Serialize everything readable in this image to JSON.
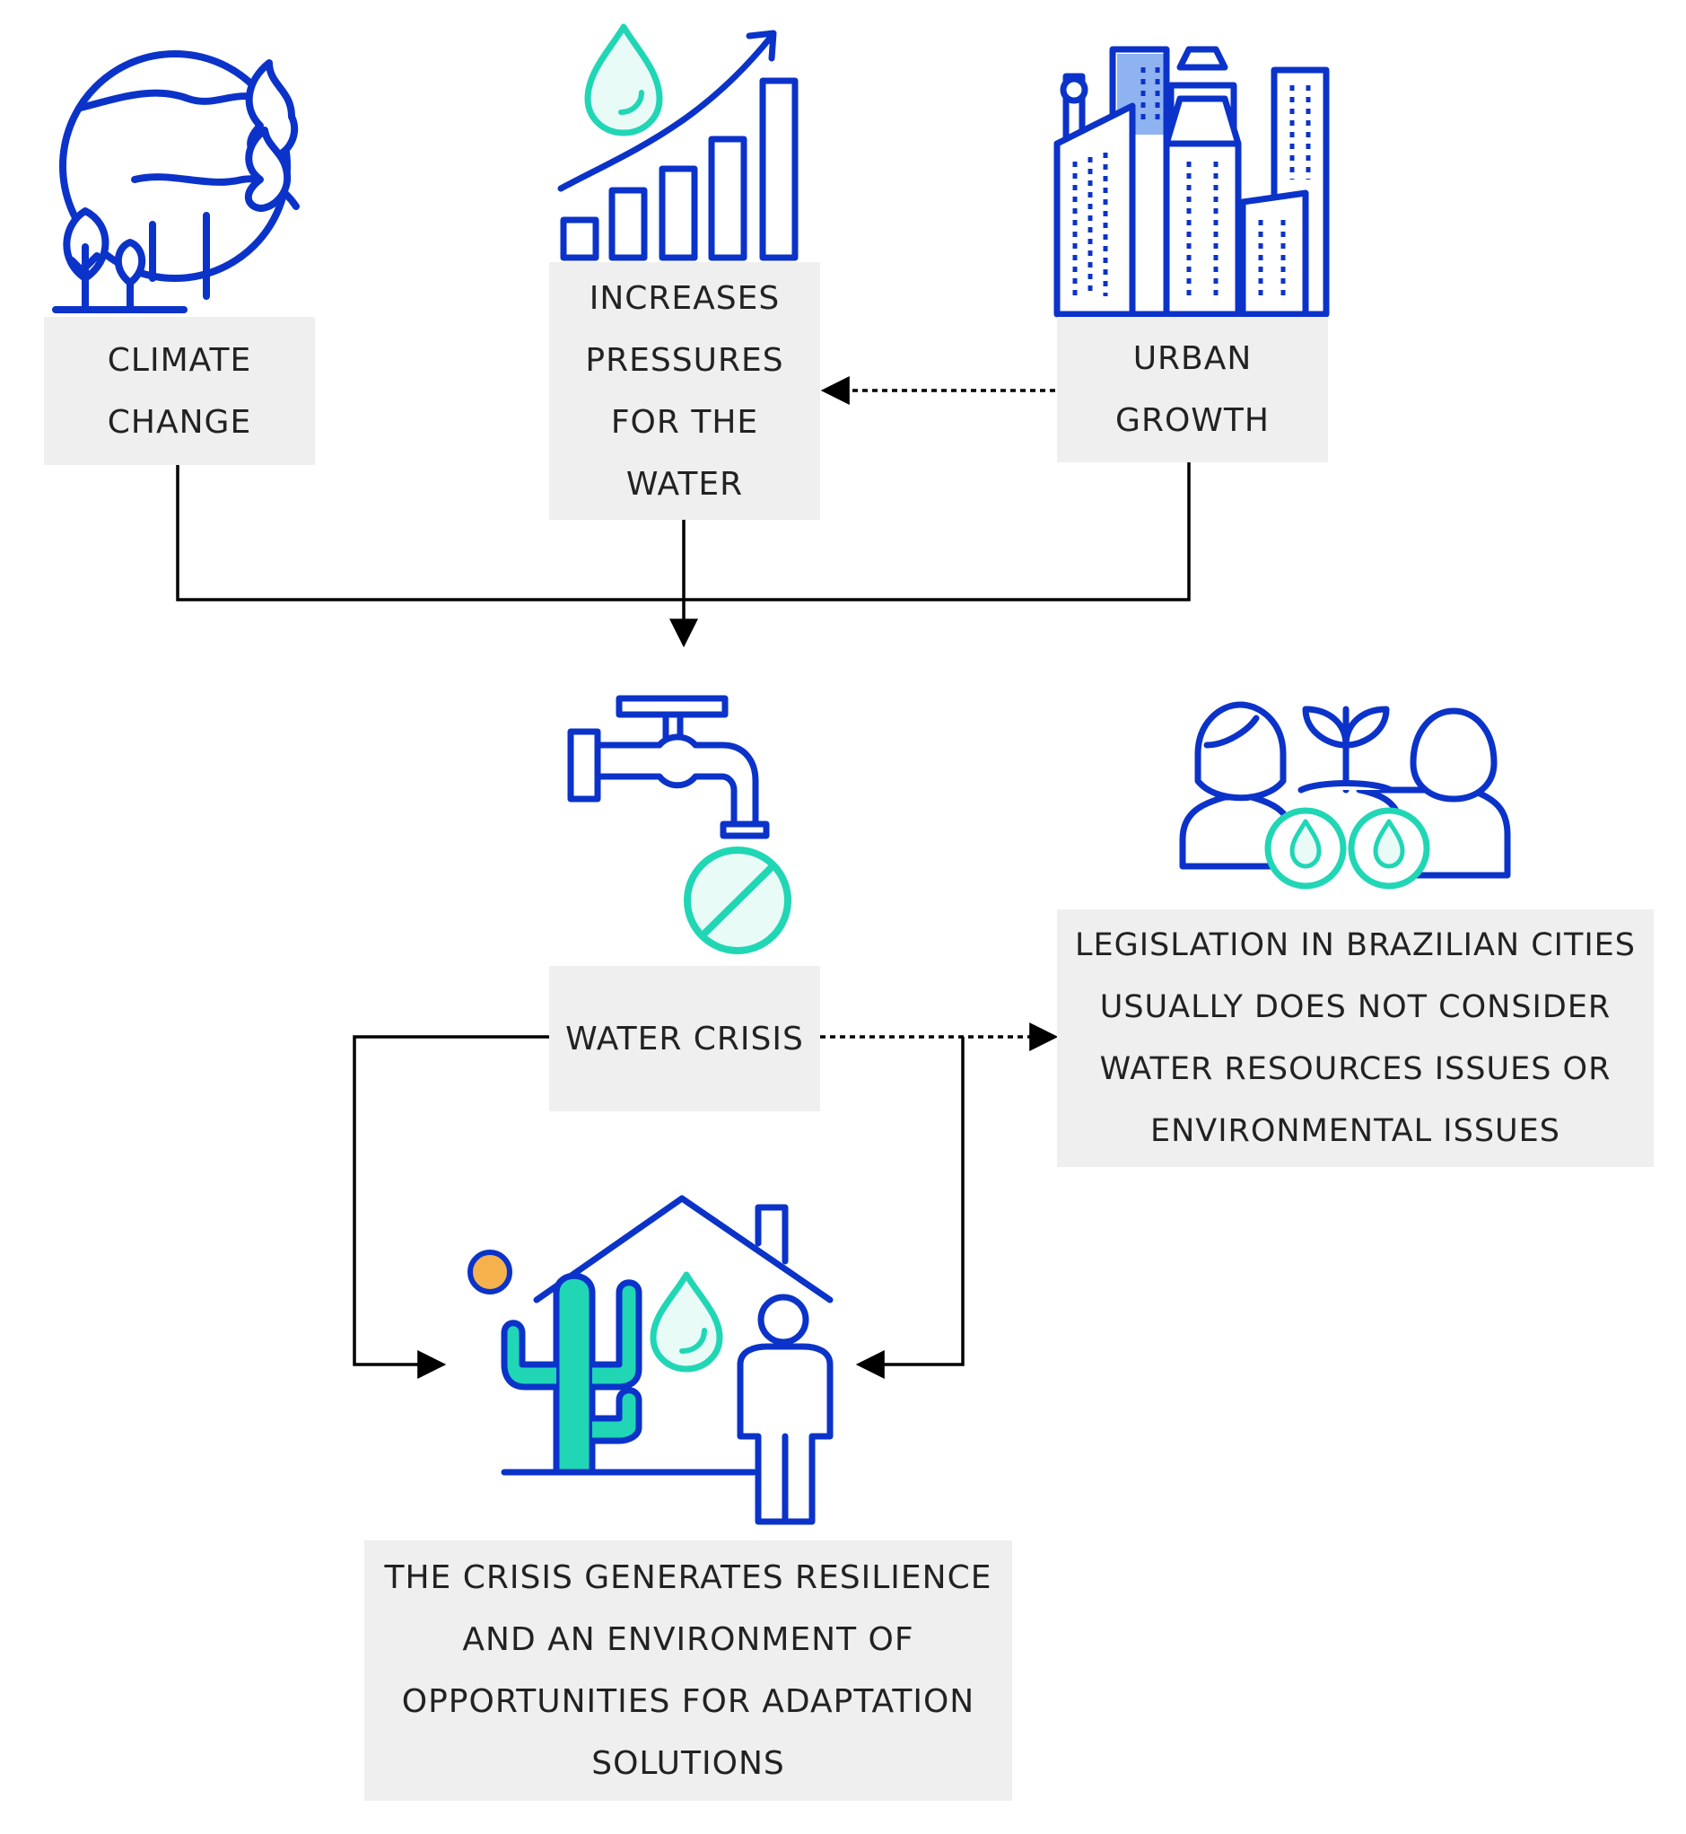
{
  "nodes": {
    "climate_change": {
      "lines": [
        "CLIMATE",
        "CHANGE"
      ],
      "icon": "globe-fire-icon"
    },
    "pressures": {
      "lines": [
        "INCREASES",
        "PRESSURES",
        "FOR THE",
        "WATER"
      ],
      "icon": "water-demand-chart-icon"
    },
    "urban_growth": {
      "lines": [
        "URBAN",
        "GROWTH"
      ],
      "icon": "city-buildings-icon"
    },
    "water_crisis": {
      "lines": [
        "WATER CRISIS"
      ],
      "icon": "faucet-prohibited-icon"
    },
    "legislation": {
      "lines": [
        "LEGISLATION IN BRAZILIAN CITIES",
        "USUALLY DOES NOT CONSIDER",
        "WATER RESOURCES ISSUES OR",
        "ENVIRONMENTAL ISSUES"
      ],
      "icon": "people-plant-water-icon"
    },
    "resilience": {
      "lines": [
        "THE CRISIS GENERATES RESILIENCE",
        "AND AN ENVIRONMENT OF",
        "OPPORTUNITIES FOR ADAPTATION",
        "SOLUTIONS"
      ],
      "icon": "house-cactus-person-icon"
    }
  },
  "colors": {
    "icon_blue": "#0b33c9",
    "icon_teal": "#20d6b5",
    "icon_light_blue": "#8fb3f0",
    "sun_orange": "#f5b14c",
    "box_fill": "#efefef",
    "line": "#000000"
  }
}
